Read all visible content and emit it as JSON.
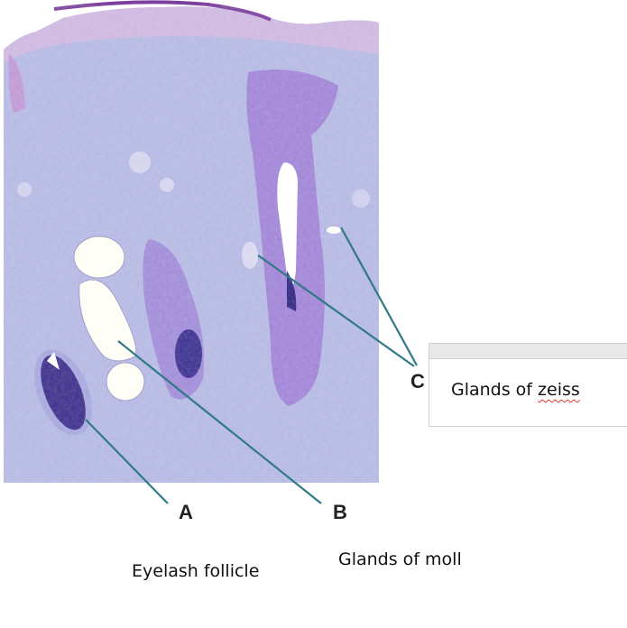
{
  "labels": {
    "a": "A",
    "b": "B",
    "c": "C"
  },
  "captions": {
    "a": "Eyelash follicle",
    "b": "Glands of moll",
    "c_prefix": "Glands of ",
    "c_misspelled": "zeiss"
  },
  "colors": {
    "tissue": "#b6b8e2",
    "stain": "#8f6fd0",
    "pointer": "#2f7a86",
    "textbox_border": "#cfcfcf"
  }
}
